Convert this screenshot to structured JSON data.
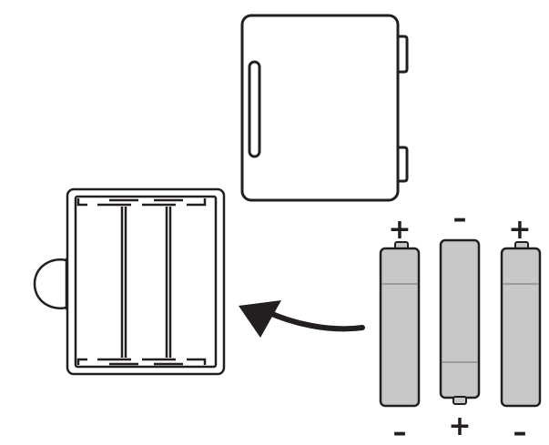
{
  "colors": {
    "outline": "#231f20",
    "battery_fill": "#c8c8c8",
    "battery_line": "#8c8c8c",
    "background": "#ffffff"
  },
  "batteries": [
    {
      "top_label": "+",
      "bottom_label": "–",
      "orientation": "positive-up"
    },
    {
      "top_label": "–",
      "bottom_label": "+",
      "orientation": "positive-down"
    },
    {
      "top_label": "+",
      "bottom_label": "–",
      "orientation": "positive-up"
    }
  ],
  "icons": {
    "cover": "battery-cover-icon",
    "holder": "battery-holder-icon",
    "arrow": "insert-arrow-icon"
  }
}
